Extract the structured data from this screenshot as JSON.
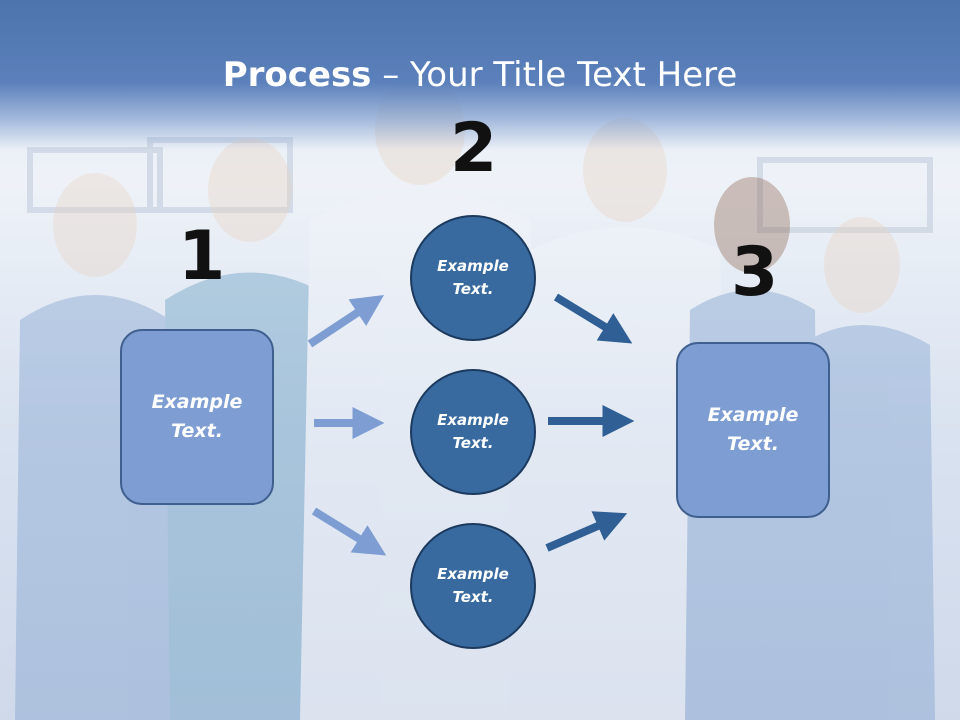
{
  "slide": {
    "title_bold": "Process",
    "title_rest": " – Your Title Text Here"
  },
  "steps": [
    {
      "number": "1",
      "boxes": [
        "Example\nText."
      ]
    },
    {
      "number": "2",
      "circles": [
        "Example\nText.",
        "Example\nText.",
        "Example\nText."
      ]
    },
    {
      "number": "3",
      "boxes": [
        "Example\nText."
      ]
    }
  ],
  "colors": {
    "header": "#5b80bb",
    "box_fill": "#7d9dd3",
    "circle_fill": "#386aa0",
    "arrow_light": "#7d9dd3",
    "arrow_dark": "#2f5f94"
  }
}
